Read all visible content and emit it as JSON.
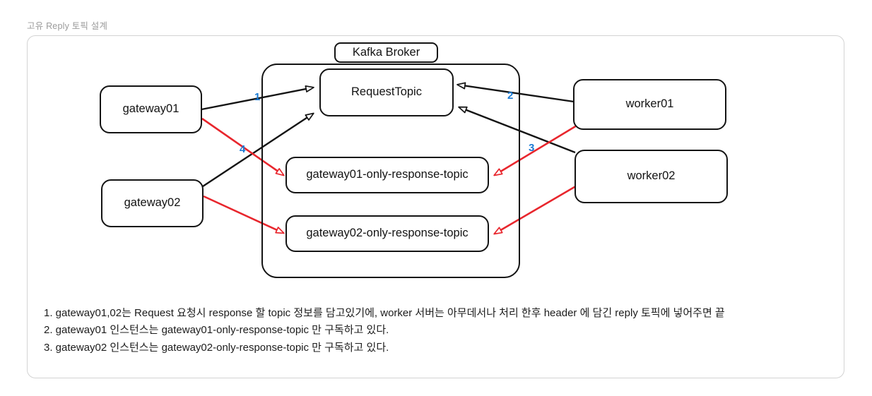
{
  "page": {
    "title": "고유 Reply 토픽 설계",
    "background_color": "#ffffff",
    "card_border_color": "#d3d3d3"
  },
  "diagram": {
    "type": "architecture-flow",
    "colors": {
      "node_stroke": "#141414",
      "request_edge": "#141414",
      "reply_edge": "#e8262d",
      "label_text": "#1a7ad4"
    },
    "broker": {
      "label": "Kafka Broker",
      "topics": [
        {
          "id": "request-topic",
          "label": "RequestTopic"
        },
        {
          "id": "gateway01-response-topic",
          "label": "gateway01-only-response-topic"
        },
        {
          "id": "gateway02-response-topic",
          "label": "gateway02-only-response-topic"
        }
      ]
    },
    "gateways": [
      {
        "id": "gateway01",
        "label": "gateway01"
      },
      {
        "id": "gateway02",
        "label": "gateway02"
      }
    ],
    "workers": [
      {
        "id": "worker01",
        "label": "worker01"
      },
      {
        "id": "worker02",
        "label": "worker02"
      }
    ],
    "edges": [
      {
        "id": "edge-1",
        "label": "1",
        "from": "gateway01",
        "to": "request-topic",
        "kind": "request",
        "color": "#141414"
      },
      {
        "id": "edge-2",
        "label": "2",
        "from": "worker01",
        "to": "request-topic",
        "kind": "request",
        "color": "#141414"
      },
      {
        "id": "edge-3",
        "label": "3",
        "from": "worker01",
        "to": "gateway01-response-topic",
        "kind": "reply",
        "color": "#e8262d"
      },
      {
        "id": "edge-4",
        "label": "4",
        "from": "gateway01",
        "to": "gateway01-response-topic",
        "kind": "reply",
        "color": "#e8262d"
      },
      {
        "id": "edge-5",
        "label": "",
        "from": "gateway02",
        "to": "request-topic",
        "kind": "request",
        "color": "#141414"
      },
      {
        "id": "edge-6",
        "label": "",
        "from": "worker02",
        "to": "request-topic",
        "kind": "request",
        "color": "#141414"
      },
      {
        "id": "edge-7",
        "label": "",
        "from": "gateway02",
        "to": "gateway02-response-topic",
        "kind": "reply",
        "color": "#e8262d"
      },
      {
        "id": "edge-8",
        "label": "",
        "from": "worker02",
        "to": "gateway02-response-topic",
        "kind": "reply",
        "color": "#e8262d"
      }
    ]
  },
  "notes": [
    "1. gateway01,02는 Request 요청시 response 할 topic 정보를 담고있기에, worker 서버는 아무데서나 처리 한후 header 에 담긴 reply 토픽에 넣어주면 끝",
    "2. gateway01 인스턴스는 gateway01-only-response-topic 만 구독하고 있다.",
    "3. gateway02 인스턴스는 gateway02-only-response-topic 만 구독하고 있다."
  ]
}
